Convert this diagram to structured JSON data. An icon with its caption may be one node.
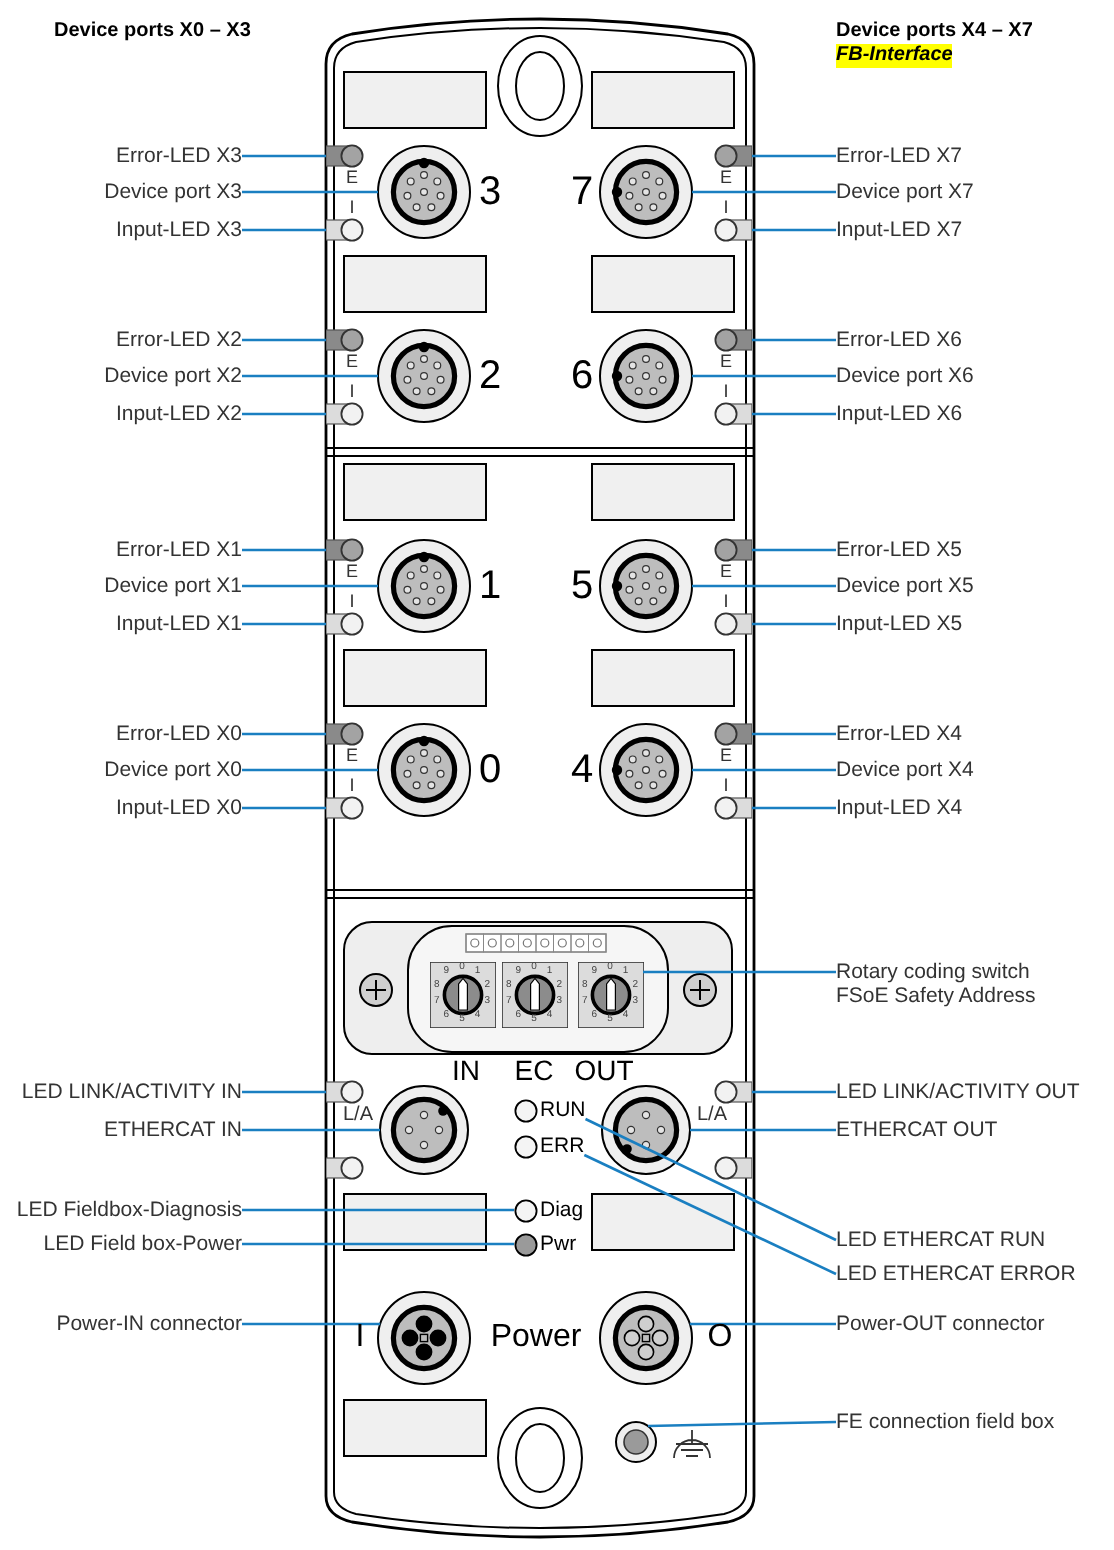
{
  "diagram": {
    "nodes": [
      {
        "text": [
          "Error-LED X3"
        ]
      },
      {
        "text": [
          "Device port X3"
        ]
      },
      {
        "text": [
          "Input-LED X3"
        ]
      },
      {
        "text": [
          "Error-LED X7"
        ]
      },
      {
        "text": [
          "Device port X7"
        ]
      },
      {
        "text": [
          "Input-LED X7"
        ]
      },
      {
        "text": [
          "Error-LED X2"
        ]
      },
      {
        "text": [
          "Device port X2"
        ]
      },
      {
        "text": [
          "Input-LED X2"
        ]
      },
      {
        "text": [
          "Error-LED X6"
        ]
      },
      {
        "text": [
          "Device port X6"
        ]
      },
      {
        "text": [
          "Input-LED X6"
        ]
      },
      {
        "text": [
          "Error-LED X1"
        ]
      },
      {
        "text": [
          "Device port X1"
        ]
      },
      {
        "text": [
          "Input-LED X1"
        ]
      },
      {
        "text": [
          "Error-LED X5"
        ]
      },
      {
        "text": [
          "Device port X5"
        ]
      },
      {
        "text": [
          "Input-LED X5"
        ]
      },
      {
        "text": [
          "Error-LED X0"
        ]
      },
      {
        "text": [
          "Device port X0"
        ]
      },
      {
        "text": [
          "Input-LED X0"
        ]
      },
      {
        "text": [
          "Error-LED X4"
        ]
      },
      {
        "text": [
          "Device port X4"
        ]
      },
      {
        "text": [
          "Input-LED X4"
        ]
      },
      {
        "text": [
          "Rotary coding switch FSoE Safety Address"
        ]
      },
      {
        "text": [
          "LED LINK/ACTIVITY IN"
        ]
      },
      {
        "text": [
          "LED LINK/ACTIVITY OUT"
        ]
      },
      {
        "text": [
          "ETHERCAT IN"
        ]
      },
      {
        "text": [
          "ETHERCAT OUT"
        ]
      },
      {
        "text": [
          "LED Fieldbox-Diagnosis"
        ]
      },
      {
        "text": [
          "LED Field box-Power"
        ]
      },
      {
        "text": [
          "LED ETHERCAT RUN"
        ]
      },
      {
        "text": [
          "LED ETHERCAT ERROR"
        ]
      },
      {
        "text": [
          "Power-IN connector"
        ]
      },
      {
        "text": [
          "Power-OUT connector"
        ]
      },
      {
        "text": [
          "FE connection field box"
        ]
      },
      {
        "text": [],
        "shape": "circle"
      },
      {
        "text": [],
        "shape": "circle"
      },
      {
        "text": [],
        "shape": "circle"
      },
      {
        "text": [],
        "shape": "circle"
      },
      {
        "text": [],
        "shape": "circle"
      },
      {
        "text": [],
        "shape": "circle"
      },
      {
        "text": [],
        "shape": "circle"
      },
      {
        "text": [],
        "shape": "circle"
      },
      {
        "text": [],
        "shape": "circle"
      },
      {
        "text": [],
        "shape": "circle"
      },
      {
        "text": [],
        "shape": "circle"
      },
      {
        "text": [],
        "shape": "circle"
      },
      {
        "text": [],
        "shape": "circle"
      },
      {
        "text": [],
        "shape": "circle"
      },
      {
        "text": [],
        "shape": "circle"
      },
      {
        "text": [],
        "shape": "circle"
      },
      {
        "text": [],
        "shape": "circle"
      },
      {
        "text": [],
        "shape": "circle"
      },
      {
        "text": [],
        "shape": "circle"
      },
      {
        "text": [],
        "shape": "circle"
      },
      {
        "text": [],
        "shape": "circle"
      },
      {
        "text": [],
        "shape": "circle"
      },
      {
        "text": [],
        "shape": "circle"
      },
      {
        "text": [],
        "shape": "circle"
      },
      {
        "text": [],
        "shape": "dial"
      },
      {
        "text": [],
        "shape": "circle"
      },
      {
        "text": [],
        "shape": "circle"
      },
      {
        "text": [],
        "shape": "circle"
      },
      {
        "text": [],
        "shape": "circle"
      },
      {
        "text": [],
        "shape": "circle",
        "beside": [
          "Diag"
        ]
      },
      {
        "text": [],
        "shape": "circle",
        "beside": [
          "Pwr"
        ]
      },
      {
        "text": [],
        "shape": "circle",
        "beside": [
          "RUN"
        ]
      },
      {
        "text": [],
        "shape": "circle",
        "beside": [
          "ERR"
        ]
      },
      {
        "text": [],
        "shape": "circle"
      },
      {
        "text": [],
        "shape": "circle"
      },
      {
        "text": [],
        "shape": "circle"
      },
      {
        "text": [],
        "shape": "dial"
      },
      {
        "text": [],
        "shape": "dial"
      },
      {
        "text": [],
        "shape": "circle"
      },
      {
        "text": [],
        "shape": "circle"
      }
    ],
    "edges": [
      {
        "from": 0,
        "to": 36,
        "arrow": "none"
      },
      {
        "from": 1,
        "to": 37,
        "arrow": "none"
      },
      {
        "from": 2,
        "to": 38,
        "arrow": "none"
      },
      {
        "from": 3,
        "to": 39,
        "arrow": "none"
      },
      {
        "from": 4,
        "to": 40,
        "arrow": "none"
      },
      {
        "from": 5,
        "to": 41,
        "arrow": "none"
      },
      {
        "from": 6,
        "to": 42,
        "arrow": "none"
      },
      {
        "from": 7,
        "to": 43,
        "arrow": "none"
      },
      {
        "from": 8,
        "to": 44,
        "arrow": "none"
      },
      {
        "from": 9,
        "to": 45,
        "arrow": "none"
      },
      {
        "from": 10,
        "to": 46,
        "arrow": "none"
      },
      {
        "from": 11,
        "to": 47,
        "arrow": "none"
      },
      {
        "from": 12,
        "to": 48,
        "arrow": "none"
      },
      {
        "from": 13,
        "to": 49,
        "arrow": "none"
      },
      {
        "from": 14,
        "to": 50,
        "arrow": "none"
      },
      {
        "from": 15,
        "to": 51,
        "arrow": "none"
      },
      {
        "from": 16,
        "to": 52,
        "arrow": "none"
      },
      {
        "from": 17,
        "to": 53,
        "arrow": "none"
      },
      {
        "from": 18,
        "to": 54,
        "arrow": "none"
      },
      {
        "from": 19,
        "to": 55,
        "arrow": "none"
      },
      {
        "from": 20,
        "to": 56,
        "arrow": "none"
      },
      {
        "from": 21,
        "to": 57,
        "arrow": "none"
      },
      {
        "from": 22,
        "to": 58,
        "arrow": "none"
      },
      {
        "from": 23,
        "to": 59,
        "arrow": "none"
      },
      {
        "from": 24,
        "to": 73,
        "arrow": "none"
      },
      {
        "from": 25,
        "to": 61,
        "arrow": "none"
      },
      {
        "from": 26,
        "to": 62,
        "arrow": "none"
      },
      {
        "from": 27,
        "to": 63,
        "arrow": "none"
      },
      {
        "from": 28,
        "to": 64,
        "arrow": "none"
      },
      {
        "from": 29,
        "to": 65,
        "arrow": "none"
      },
      {
        "from": 30,
        "to": 66,
        "arrow": "none"
      },
      {
        "from": 31,
        "to": 67,
        "arrow": "none"
      },
      {
        "from": 32,
        "to": 68,
        "arrow": "none"
      },
      {
        "from": 33,
        "to": 69,
        "arrow": "none"
      },
      {
        "from": 34,
        "to": 70,
        "arrow": "none"
      },
      {
        "from": 35,
        "to": 71,
        "arrow": "none"
      }
    ],
    "labels": [
      "Device ports X0 – X3",
      "Device ports X4 – X7",
      "FB-Interface",
      "E",
      "3",
      "7",
      "E",
      "I",
      "I",
      "E",
      "2",
      "6",
      "E",
      "I",
      "I",
      "E",
      "1",
      "5",
      "E",
      "I",
      "I",
      "E",
      "0",
      "4",
      "E",
      "I",
      "I",
      "0",
      "1",
      "2",
      "3",
      "4",
      "5",
      "6",
      "7",
      "8",
      "9",
      "0",
      "1",
      "2",
      "3",
      "4",
      "5",
      "6",
      "7",
      "8",
      "9",
      "0",
      "1",
      "2",
      "3",
      "4",
      "5",
      "6",
      "7",
      "8",
      "9",
      "IN",
      "EC",
      "OUT",
      "L/A",
      "L/A",
      "I",
      "Power",
      "O"
    ]
  }
}
